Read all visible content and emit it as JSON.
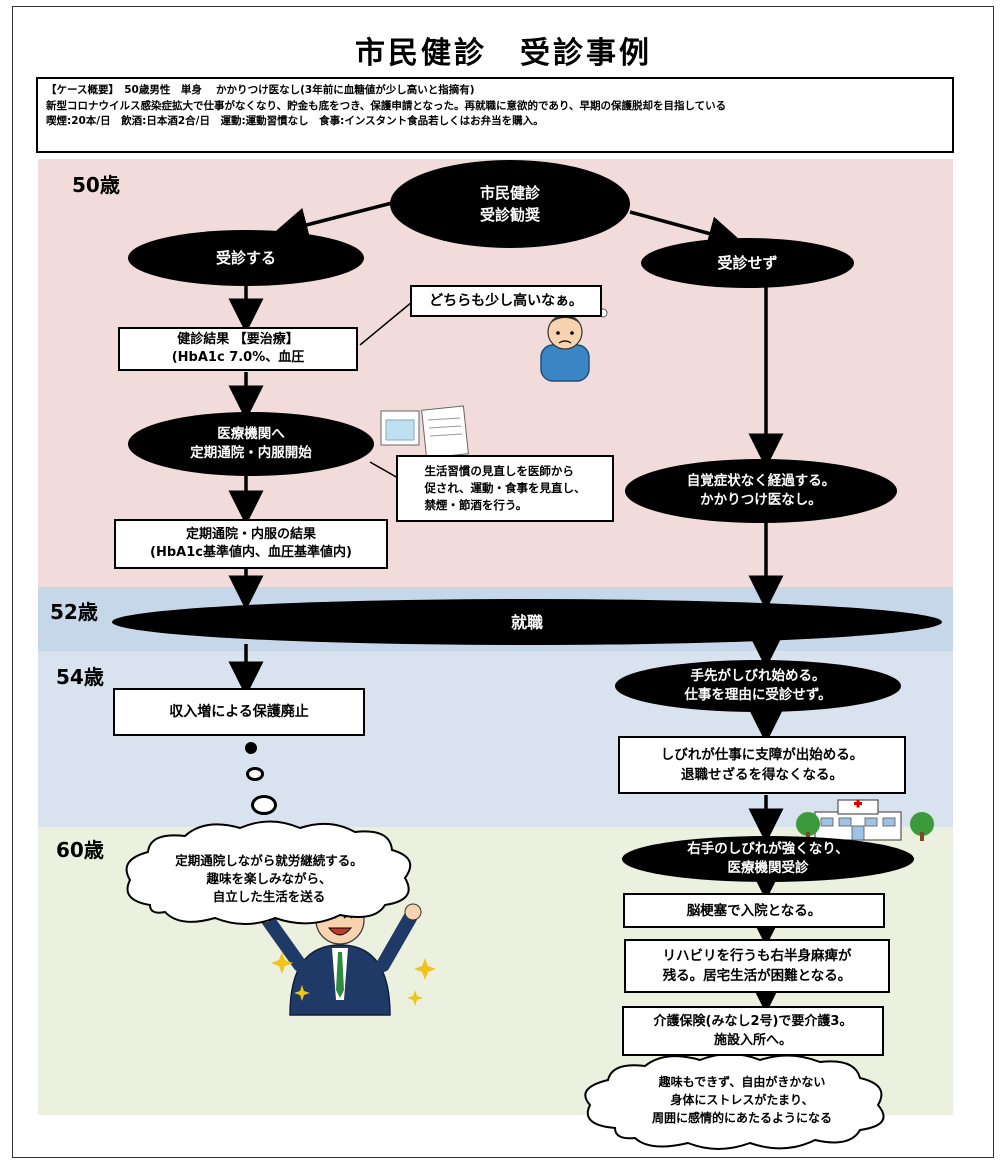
{
  "title": "市民健診　受診事例",
  "summary": {
    "line1": "【ケース概要】　50歳男性　単身　 かかりつけ医なし(3年前に血糖値が少し高いと指摘有)",
    "line2": "新型コロナウイルス感染症拡大で仕事がなくなり、貯金も底をつき、保護申請となった。再就職に意欲的であり、早期の保護脱却を目指している",
    "line3": "喫煙:20本/日　飲酒:日本酒2合/日　運動:運動習慣なし　食事:インスタント食品若しくはお弁当を購入。"
  },
  "ages": {
    "a50": "50歳",
    "a52": "52歳",
    "a54": "54歳",
    "a60": "60歳"
  },
  "nodes": {
    "start_l1": "市民健診",
    "start_l2": "受診勧奨",
    "go": "受診する",
    "nogo": "受診せず",
    "speech": "どちらも少し高いなぁ。",
    "result_l1": "健診結果 【要治療】",
    "result_l2": "(HbA1c 7.0%、血圧",
    "clinic_l1": "医療機関へ",
    "clinic_l2": "定期通院・内服開始",
    "advice_l1": "生活習慣の見直しを医師から",
    "advice_l2": "促され、運動・食事を見直し、",
    "advice_l3": "禁煙・節酒を行う。",
    "outcome_l1": "定期通院・内服の結果",
    "outcome_l2": "(HbA1c基準値内、血圧基準値内)",
    "nosym_l1": "自覚症状なく経過する。",
    "nosym_l2": "かかりつけ医なし。",
    "job": "就職",
    "numb_l1": "手先がしびれ始める。",
    "numb_l2": "仕事を理由に受診せず。",
    "income": "収入増による保護廃止",
    "work_l1": "しびれが仕事に支障が出始める。",
    "work_l2": "退職せざるを得なくなる。",
    "hand_l1": "右手のしびれが強くなり、",
    "hand_l2": "医療機関受診",
    "good_l1": "定期通院しながら就労継続する。",
    "good_l2": "趣味を楽しみながら、",
    "good_l3": "自立した生活を送る",
    "stroke": "脳梗塞で入院となる。",
    "rehab_l1": "リハビリを行うも右半身麻痺が",
    "rehab_l2": "残る。居宅生活が困難となる。",
    "care_l1": "介護保険(みなし2号)で要介護3。",
    "care_l2": "施設入所へ。",
    "bad_l1": "趣味もできず、自由がきかない",
    "bad_l2": "身体にストレスがたまり、",
    "bad_l3": "周囲に感情的にあたるようになる"
  },
  "colors": {
    "band_pink": "#f2dcdb",
    "band_blue": "#d9e3f0",
    "band_green": "#ebf1de",
    "node": "#000000"
  }
}
